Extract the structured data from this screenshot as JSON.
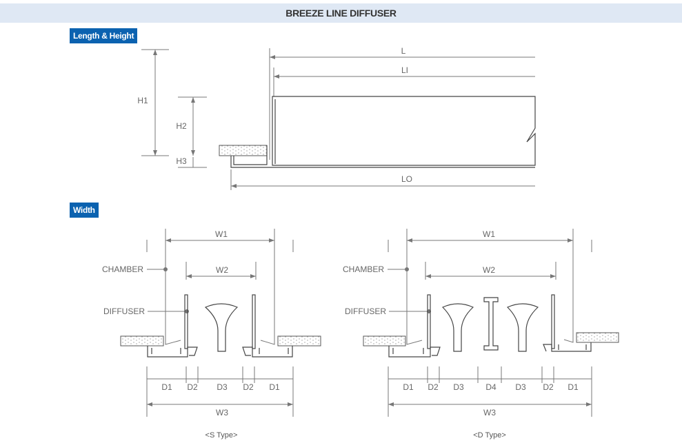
{
  "title": "BREEZE LINE DIFFUSER",
  "sections": {
    "length_height": "Length & Height",
    "width": "Width"
  },
  "length_diagram": {
    "L": "L",
    "LI": "LI",
    "LO": "LO",
    "H1": "H1",
    "H2": "H2",
    "H3": "H3"
  },
  "s_type": {
    "W1": "W1",
    "W2": "W2",
    "W3": "W3",
    "chamber": "CHAMBER",
    "diffuser": "DIFFUSER",
    "dims": [
      "D1",
      "D2",
      "D3",
      "D2",
      "D1"
    ],
    "caption": "<S Type>"
  },
  "d_type": {
    "W1": "W1",
    "W2": "W2",
    "W3": "W3",
    "chamber": "CHAMBER",
    "diffuser": "DIFFUSER",
    "dims": [
      "D1",
      "D2",
      "D3",
      "D4",
      "D3",
      "D2",
      "D1"
    ],
    "caption": "<D Type>"
  },
  "colors": {
    "header_bg": "#dfe8f4",
    "badge": "#0b62b0"
  }
}
